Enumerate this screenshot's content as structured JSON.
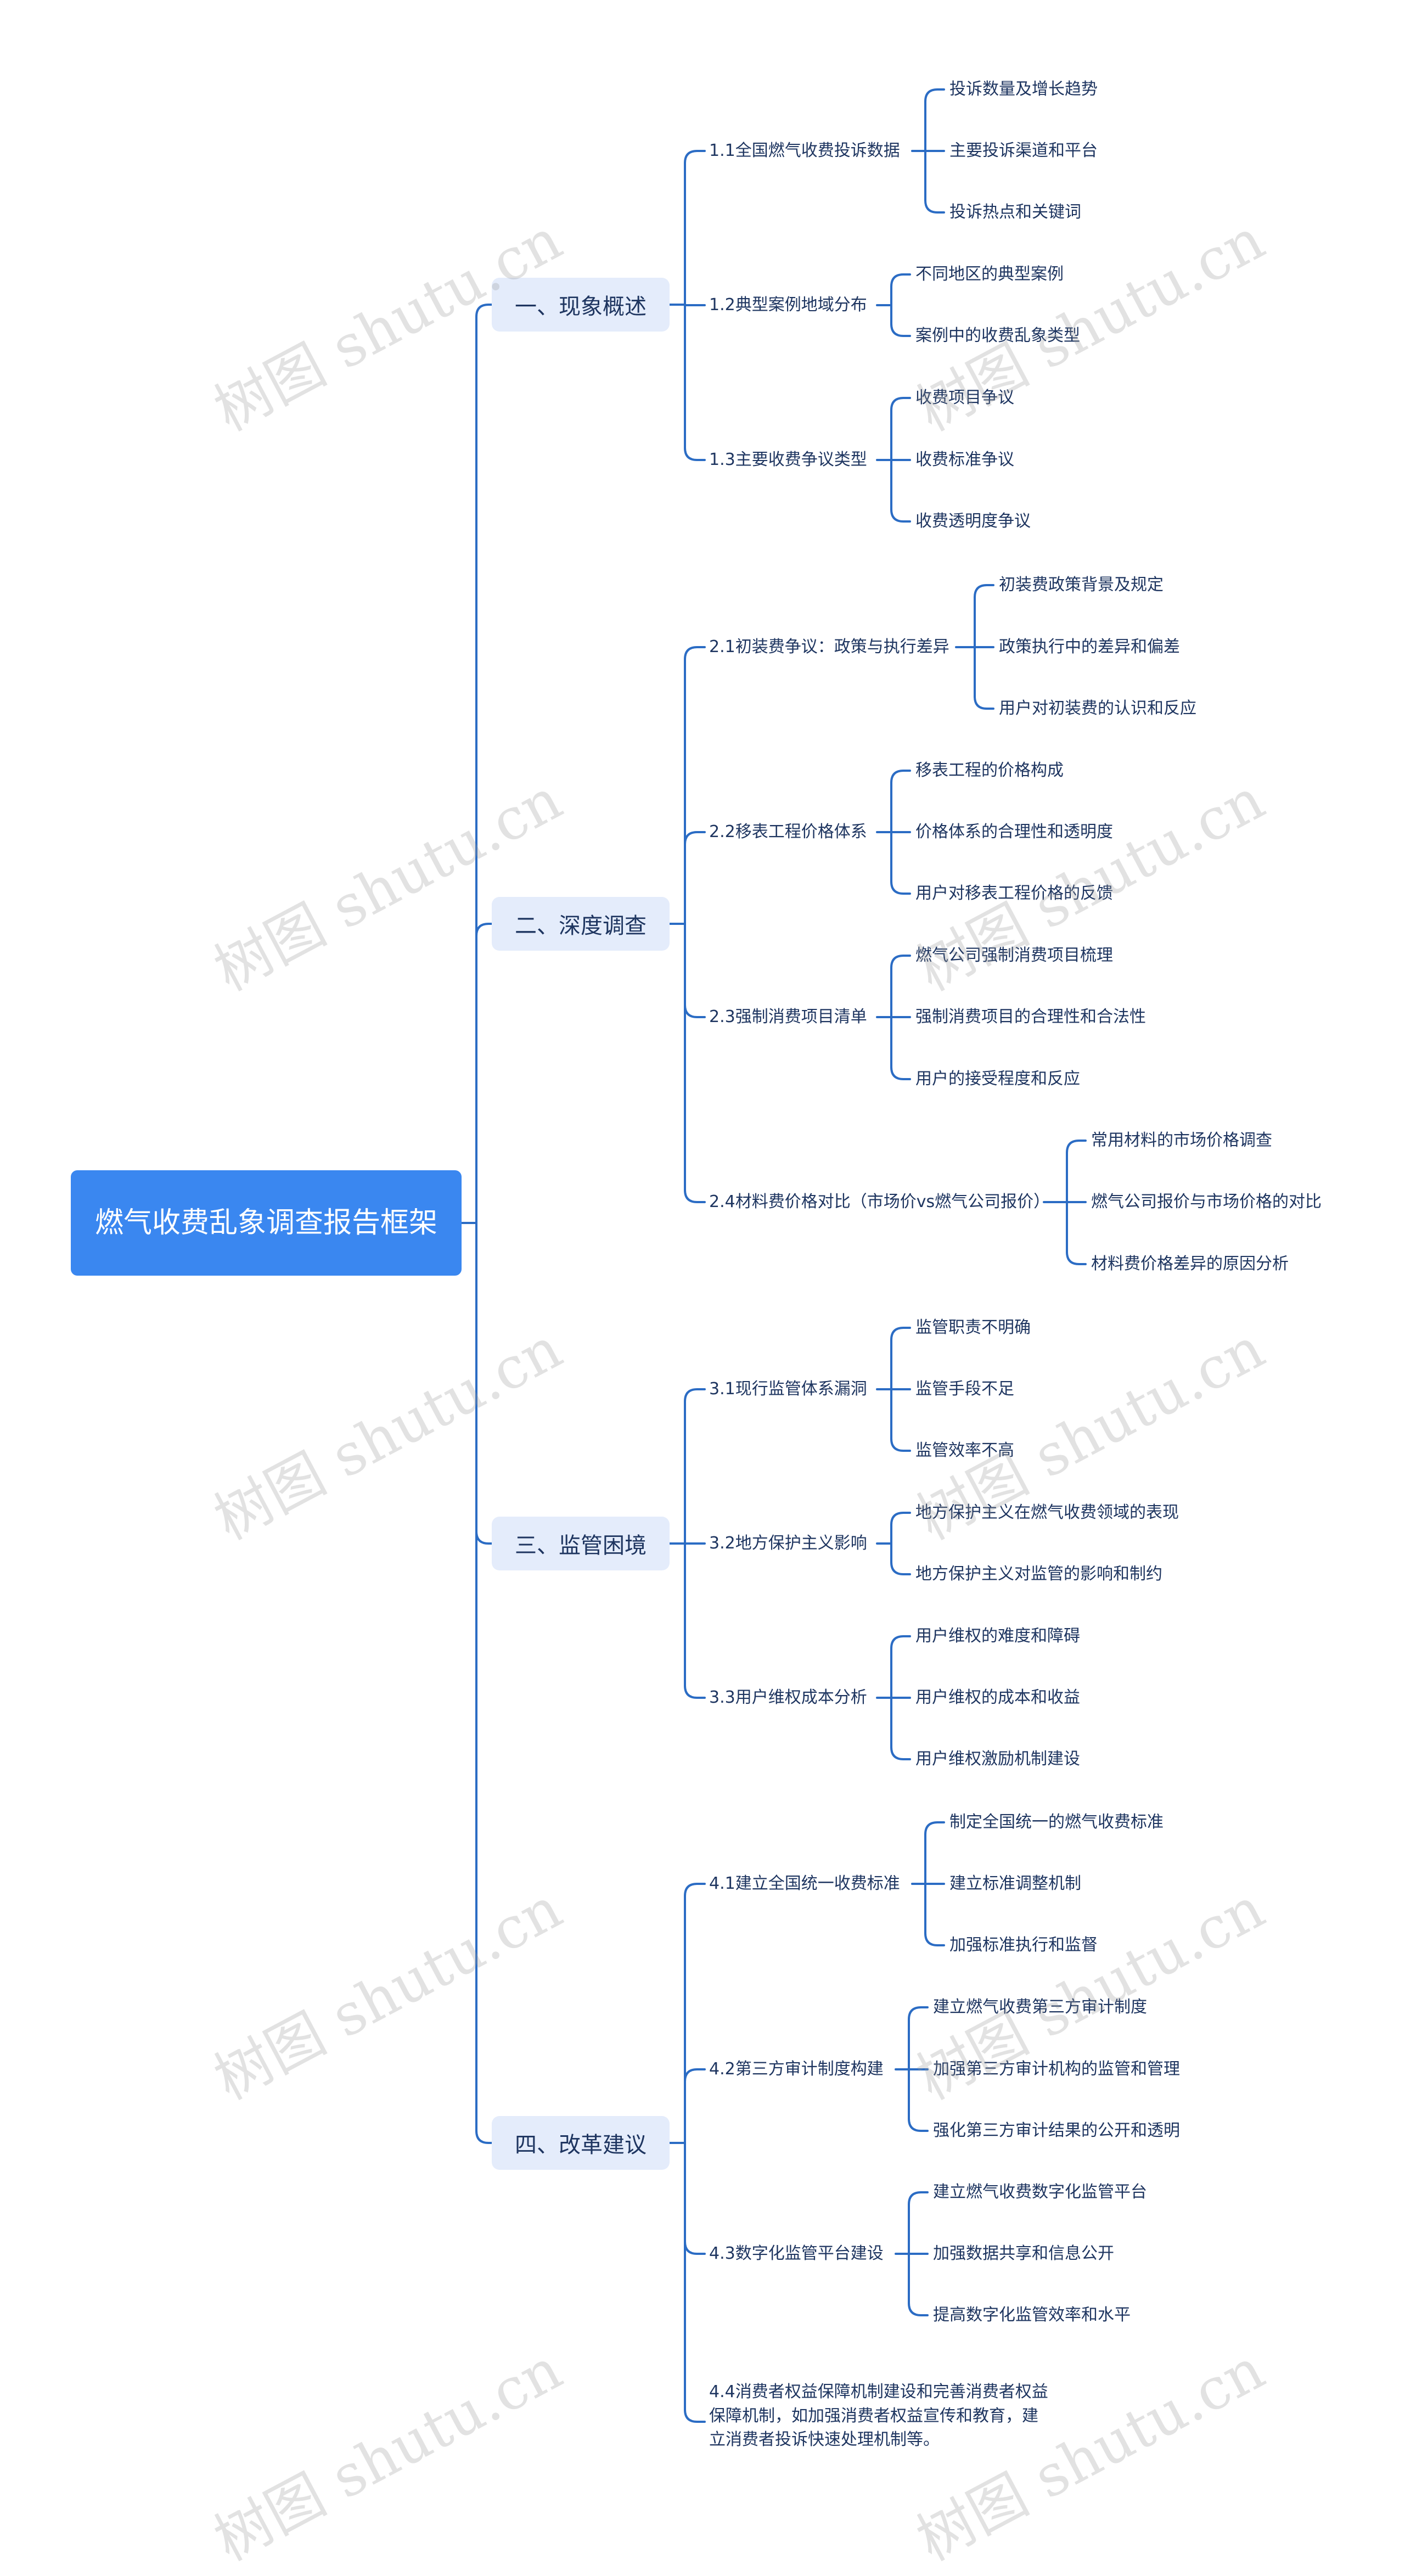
{
  "root": {
    "label": "燃气收费乱象调查报告框架"
  },
  "watermark": "树图 shutu.cn",
  "branches": [
    {
      "label": "一、现象概述",
      "children": [
        {
          "label": "1.1全国燃气收费投诉数据",
          "children": [
            "投诉数量及增长趋势",
            "主要投诉渠道和平台",
            "投诉热点和关键词"
          ]
        },
        {
          "label": "1.2典型案例地域分布",
          "children": [
            "不同地区的典型案例",
            "案例中的收费乱象类型"
          ]
        },
        {
          "label": "1.3主要收费争议类型",
          "children": [
            "收费项目争议",
            "收费标准争议",
            "收费透明度争议"
          ]
        }
      ]
    },
    {
      "label": "二、深度调查",
      "children": [
        {
          "label": "2.1初装费争议：政策与执行差异",
          "children": [
            "初装费政策背景及规定",
            "政策执行中的差异和偏差",
            "用户对初装费的认识和反应"
          ]
        },
        {
          "label": "2.2移表工程价格体系",
          "children": [
            "移表工程的价格构成",
            "价格体系的合理性和透明度",
            "用户对移表工程价格的反馈"
          ]
        },
        {
          "label": "2.3强制消费项目清单",
          "children": [
            "燃气公司强制消费项目梳理",
            "强制消费项目的合理性和合法性",
            "用户的接受程度和反应"
          ]
        },
        {
          "label": "2.4材料费价格对比（市场价vs燃气公司报价）",
          "children": [
            "常用材料的市场价格调查",
            "燃气公司报价与市场价格的对比",
            "材料费价格差异的原因分析"
          ]
        }
      ]
    },
    {
      "label": "三、监管困境",
      "children": [
        {
          "label": "3.1现行监管体系漏洞",
          "children": [
            "监管职责不明确",
            "监管手段不足",
            "监管效率不高"
          ]
        },
        {
          "label": "3.2地方保护主义影响",
          "children": [
            "地方保护主义在燃气收费领域的表现",
            "地方保护主义对监管的影响和制约"
          ]
        },
        {
          "label": "3.3用户维权成本分析",
          "children": [
            "用户维权的难度和障碍",
            "用户维权的成本和收益",
            "用户维权激励机制建设"
          ]
        }
      ]
    },
    {
      "label": "四、改革建议",
      "children": [
        {
          "label": "4.1建立全国统一收费标准",
          "children": [
            "制定全国统一的燃气收费标准",
            "建立标准调整机制",
            "加强标准执行和监督"
          ]
        },
        {
          "label": "4.2第三方审计制度构建",
          "children": [
            "建立燃气收费第三方审计制度",
            "加强第三方审计机构的监管和管理",
            "强化第三方审计结果的公开和透明"
          ]
        },
        {
          "label": "4.3数字化监管平台建设",
          "children": [
            "建立燃气收费数字化监管平台",
            "加强数据共享和信息公开",
            "提高数字化监管效率和水平"
          ]
        },
        {
          "label": "4.4消费者权益保障机制建设和完善消费者权益保障机制，如加强消费者权益宣传和教育，建立消费者投诉快速处理机制等。",
          "children": []
        }
      ]
    }
  ],
  "colors": {
    "line": "#2b6cc4",
    "root_bg": "#3a87f0",
    "branch_bg": "#e4ecfb",
    "text": "#1e3560"
  }
}
